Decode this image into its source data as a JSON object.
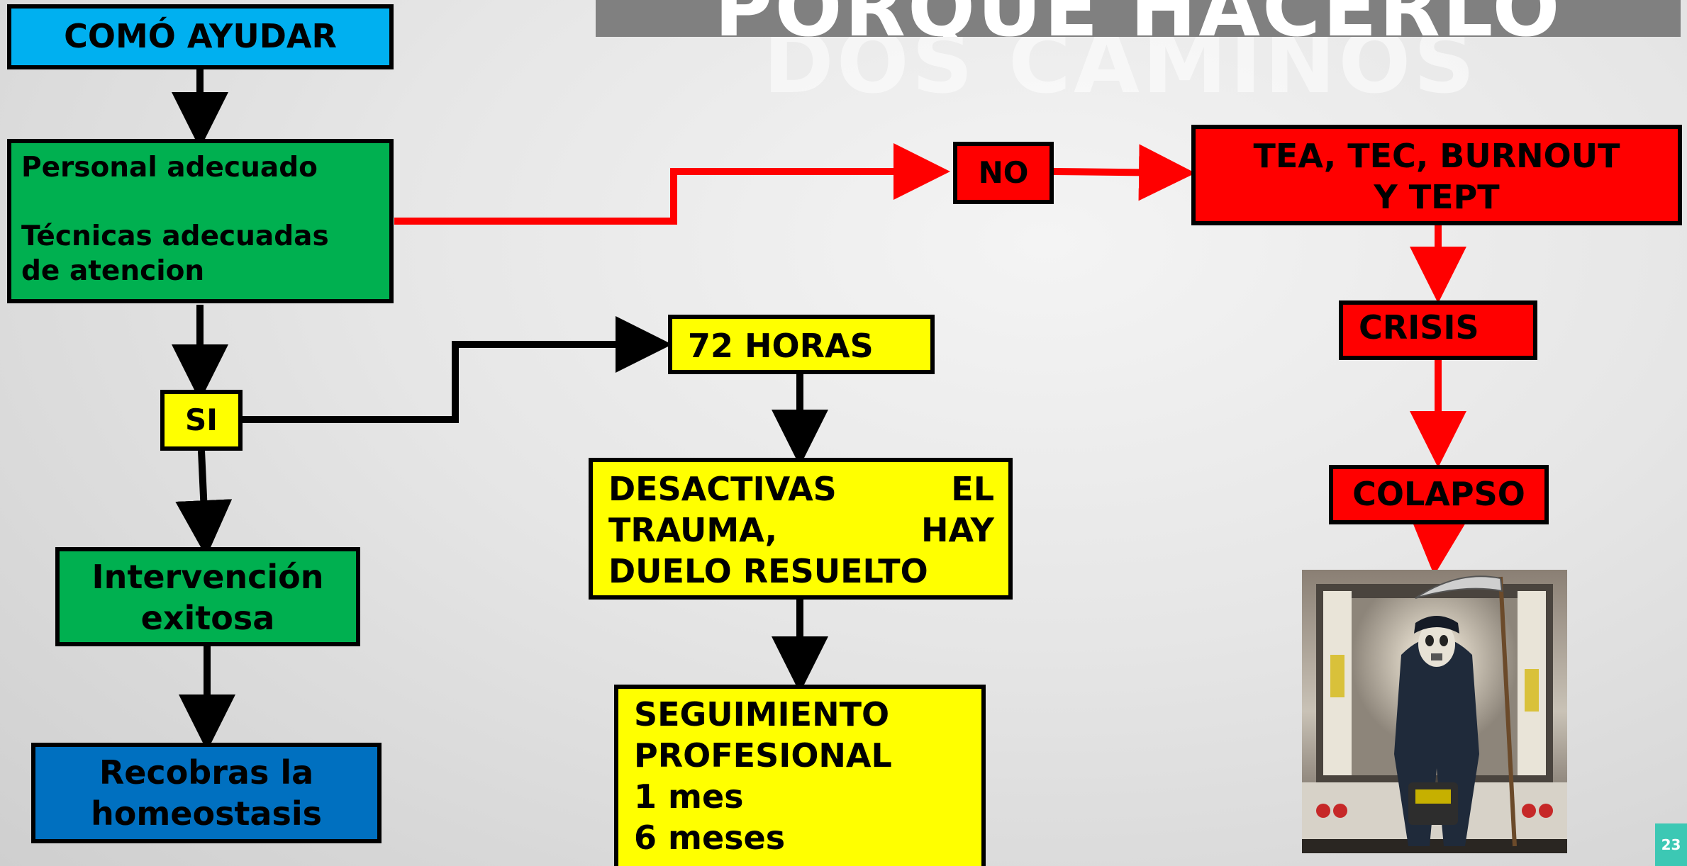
{
  "title": {
    "main": "PORQUE HACERLO",
    "ghost": "DOS CAMINOS"
  },
  "boxes": {
    "como_ayudar": "COMÓ AYUDAR",
    "personal": {
      "line1": "Personal adecuado",
      "line2": "Técnicas adecuadas",
      "line3": "de atencion"
    },
    "no": "NO",
    "tea": {
      "line1": "TEA, TEC, BURNOUT",
      "line2": "Y TEPT"
    },
    "crisis": "CRISIS",
    "colapso": "COLAPSO",
    "si": "SI",
    "horas": "72 HORAS",
    "desactivas": {
      "line1_a": "DESACTIVAS",
      "line1_b": "EL",
      "line2_a": "TRAUMA,",
      "line2_b": "HAY",
      "line3": "DUELO RESUELTO"
    },
    "intervencion": {
      "line1": "Intervención",
      "line2": "exitosa"
    },
    "seguimiento": {
      "line1": "SEGUIMIENTO",
      "line2": "PROFESIONAL",
      "line3": "1 mes",
      "line4": "6 meses"
    },
    "recobras": {
      "line1": "Recobras la",
      "line2": "homeostasis"
    }
  },
  "page_number": "23",
  "colors": {
    "red": "#ff0000",
    "green": "#00b050",
    "yellow": "#ffff00",
    "light_blue": "#00b0f0",
    "blue": "#0070c0",
    "title_gray": "#808080"
  }
}
